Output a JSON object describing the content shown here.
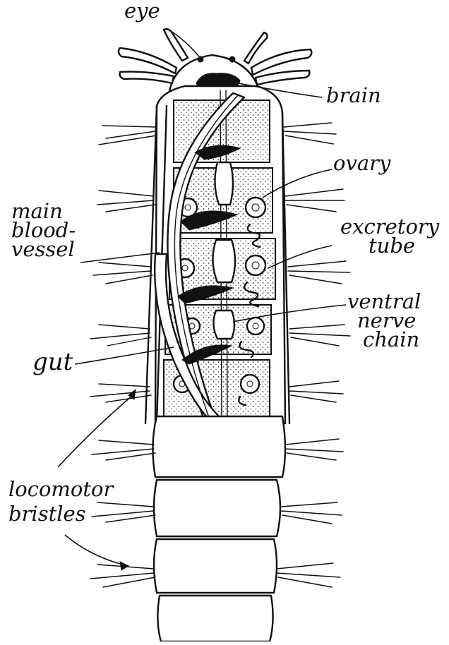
{
  "labels": {
    "eye": "eye",
    "brain": "brain",
    "ovary": "ovary",
    "excretory_tube": [
      "excretory",
      "tube"
    ],
    "main_blood_vessel": [
      "main",
      "blood-",
      "vessel"
    ],
    "ventral_nerve_chain": [
      "ventral",
      "nerve",
      "chain"
    ],
    "gut": "gut",
    "locomotor_bristles": [
      "locomotor",
      "bristles"
    ]
  },
  "colors": {
    "ink": "#111111",
    "paper": "#ffffff"
  }
}
